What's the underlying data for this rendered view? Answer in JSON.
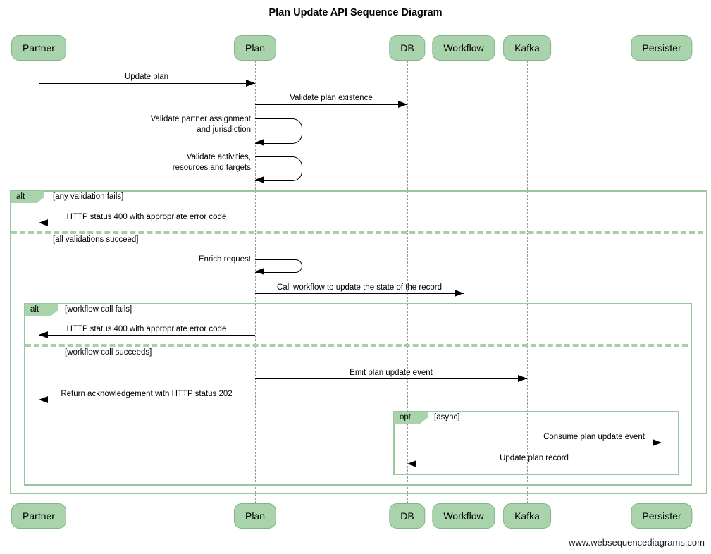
{
  "title": "Plan Update API Sequence Diagram",
  "watermark": "www.websequencediagrams.com",
  "colors": {
    "actor_fill": "#a9d3ab",
    "actor_border": "#84b287",
    "fragment_border": "#97c89c",
    "fragment_divider": "#a5cfa5",
    "lifeline": "#9a9a9a",
    "arrow": "#000000",
    "background": "#ffffff"
  },
  "actors": {
    "partner": "Partner",
    "plan": "Plan",
    "db": "DB",
    "workflow": "Workflow",
    "kafka": "Kafka",
    "persister": "Persister"
  },
  "messages": {
    "update_plan": "Update plan",
    "validate_plan_existence": "Validate plan existence",
    "validate_partner_assignment": "Validate partner assignment\nand jurisdiction",
    "validate_activities": "Validate activities,\nresources and targets",
    "http_400_validation": "HTTP status 400 with appropriate error code",
    "enrich_request": "Enrich request",
    "call_workflow": "Call workflow to update the state of the record",
    "http_400_workflow": "HTTP status 400 with appropriate error code",
    "emit_plan_update_event": "Emit plan update event",
    "return_ack": "Return acknowledgement with HTTP status 202",
    "consume_plan_update_event": "Consume plan update event",
    "update_plan_record": "Update plan record"
  },
  "fragments": {
    "alt_validation": {
      "operator": "alt",
      "guard_fail": "[any validation fails]",
      "guard_success": "[all validations succeed]"
    },
    "alt_workflow": {
      "operator": "alt",
      "guard_fail": "[workflow call fails]",
      "guard_success": "[workflow call succeeds]"
    },
    "opt_async": {
      "operator": "opt",
      "guard": "[async]"
    }
  }
}
